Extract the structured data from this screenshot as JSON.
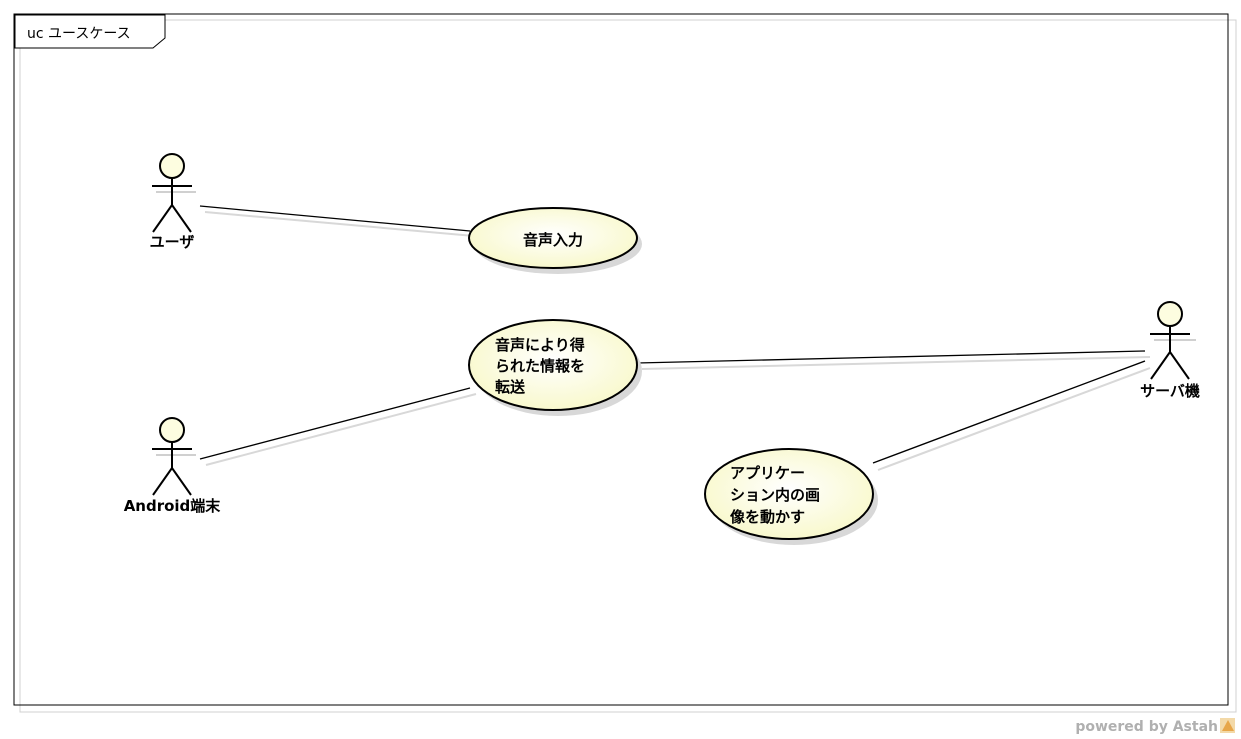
{
  "frame": {
    "label": "uc ユースケース"
  },
  "actors": {
    "user": {
      "name": "ユーザ"
    },
    "android": {
      "name": "Android端末"
    },
    "server": {
      "name": "サーバ機"
    }
  },
  "usecases": {
    "voice_input": {
      "lines": [
        "音声入力"
      ]
    },
    "transfer": {
      "lines": [
        "音声により得",
        "られた情報を",
        "転送"
      ]
    },
    "move_image": {
      "lines": [
        "アプリケー",
        "ション内の画",
        "像を動かす"
      ]
    }
  },
  "watermark": {
    "text": "powered by Astah"
  },
  "colors": {
    "usecase_fill": "#fdfde0",
    "actor_fill": "#fdfde0",
    "line": "#000000",
    "shadow": "#d8d8d8"
  }
}
